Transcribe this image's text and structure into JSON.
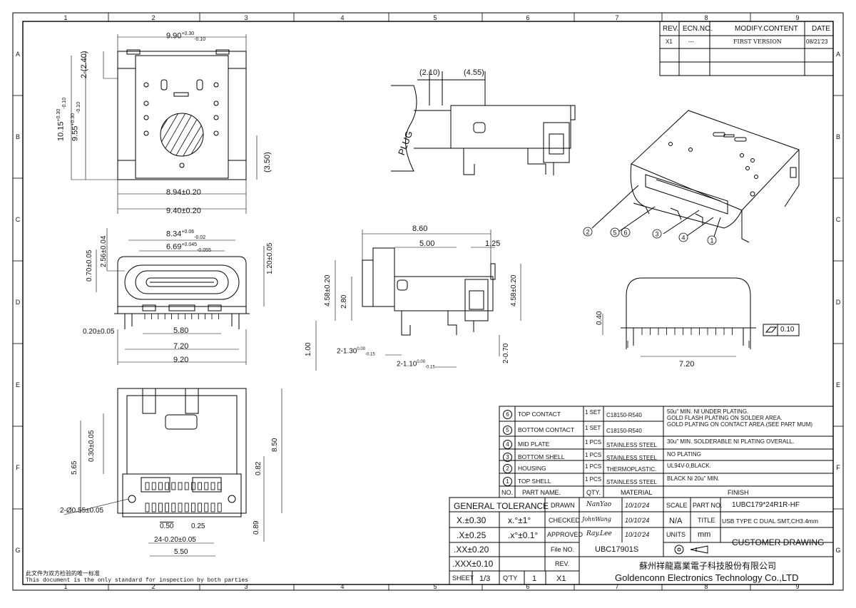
{
  "zone_cols": [
    "1",
    "2",
    "3",
    "4",
    "5",
    "6",
    "7",
    "8",
    "9"
  ],
  "zone_rows": [
    "A",
    "B",
    "C",
    "D",
    "E",
    "F",
    "G"
  ],
  "revision": {
    "headers": [
      "REV.",
      "ECN.NO.",
      "MODIFY.CONTENT",
      "DATE"
    ],
    "rows": [
      [
        "X1",
        "---",
        "FIRST VERSION",
        "08/21'23"
      ]
    ]
  },
  "views": {
    "top": {
      "d1": "9.90",
      "d1_tol_up": "+0.30",
      "d1_tol_dn": "-0.10",
      "d2": "2-(2.40)",
      "d3": "10.15",
      "d3_tol_up": "+0.30",
      "d3_tol_dn": "-0.10",
      "d4": "9.55",
      "d4_tol_up": "+0.30",
      "d4_tol_dn": "-0.10",
      "d5": "(3.50)",
      "d6": "8.94±0.20",
      "d7": "9.40±0.20"
    },
    "side_plug": {
      "d1": "(2.10)",
      "d2": "(4.55)",
      "plug": "PLUG"
    },
    "front": {
      "d1": "8.34",
      "d1_tol_up": "+0.06",
      "d1_tol_dn": "-0.02",
      "d2": "6.69",
      "d2_tol_up": "+0.045",
      "d2_tol_dn": "-0.055",
      "d3": "2.56±0.04",
      "d4": "0.70±0.05",
      "d5": "1.20±0.05",
      "d6": "0.20±0.05",
      "d7": "5.80",
      "d8": "7.20",
      "d9": "9.20"
    },
    "side": {
      "d1": "8.60",
      "d2": "5.00",
      "d3": "1.25",
      "d4": "4.58±0.20",
      "d5": "2.80",
      "d6": "4.58±0.20",
      "d7": "1.00",
      "d8": "2-1.30",
      "d8_tol_up": "0.00",
      "d8_tol_dn": "-0.15",
      "d9": "2-1.10",
      "d9_tol_up": "0.00",
      "d9_tol_dn": "-0.15",
      "d10": "2-0.70"
    },
    "back": {
      "d1": "0.40",
      "d2": "7.20",
      "flat": "0.10"
    },
    "bottom": {
      "d1": "5.65",
      "d2": "0.30±0.05",
      "d3": "8.50",
      "d4": "0.82",
      "d5": "2-Ø0.55±0.05",
      "d6": "0.50",
      "d7": "0.25",
      "d8": "24-0.20±0.05",
      "d9": "5.50",
      "d10": "0.89"
    },
    "iso_balloons": [
      "2",
      "5",
      "6",
      "3",
      "4",
      "1"
    ]
  },
  "bom": {
    "headers": [
      "NO.",
      "PART NAME.",
      "QTY.",
      "MATERIAL",
      "FINISH"
    ],
    "rows": [
      {
        "no": "6",
        "name": "TOP CONTACT",
        "qty": "1 SET",
        "material": "C18150-R540",
        "finish": [
          "50u\" MIN. NI UNDER PLATING.",
          "GOLD FLASH PLATING ON SOLDER AREA.",
          "GOLD PLATING ON CONTACT AREA.(SEE PART MUM)"
        ]
      },
      {
        "no": "5",
        "name": "BOTTOM CONTACT",
        "qty": "1 SET",
        "material": "C18150-R540",
        "finish": []
      },
      {
        "no": "4",
        "name": "MID PLATE",
        "qty": "1 PCS",
        "material": "STAINLESS STEEL",
        "finish": [
          "30u\" MIN. SOLDERABLE NI PLATING OVERALL."
        ]
      },
      {
        "no": "3",
        "name": "BOTTOM SHELL",
        "qty": "1 PCS",
        "material": "STAINLESS STEEL",
        "finish": [
          "NO PLATING"
        ]
      },
      {
        "no": "2",
        "name": "HOUSING",
        "qty": "1 PCS",
        "material": "THERMOPLASTIC.",
        "finish": [
          "UL94V-0,BLACK."
        ]
      },
      {
        "no": "1",
        "name": "TOP SHELL",
        "qty": "1 PCS",
        "material": "STAINLESS STEEL",
        "finish": [
          "BLACK Ni 20u\" MIN."
        ]
      }
    ]
  },
  "title_block": {
    "general_tolerance": "GENERAL TOLERANCE",
    "tol_rows": [
      [
        "X.±0.30",
        "x.°±1°"
      ],
      [
        ".X±0.25",
        ".x°±0.1°"
      ],
      [
        ".XX±0.20",
        ""
      ],
      [
        ".XXX±0.10",
        ""
      ]
    ],
    "drawn_label": "DRAWN",
    "drawn_name": "NanYao",
    "drawn_date": "10/10'24",
    "checked_label": "CHECKED",
    "checked_name": "JohnWang",
    "checked_date": "10/10'24",
    "approved_label": "APPROVED",
    "approved_name": "Ray.Lee",
    "approved_date": "10/10'24",
    "scale_label": "SCALE",
    "scale_value": "N/A",
    "units_label": "UNITS",
    "units_value": "mm",
    "part_no_label": "PART NO.",
    "part_no": "1UBC179*24R1R-HF",
    "title_label": "TITLE",
    "title_value": "USB TYPE C DUAL SMT,CH3.4mm",
    "customer": "CUSTOMER DRAWING",
    "file_label": "File NO.",
    "file_no": "UBC17901S",
    "rev_label": "REV.",
    "rev_value": "X1",
    "sheet_label": "SHEET",
    "sheet_value": "1/3",
    "qty_label": "Q'TY",
    "qty_value": "1",
    "company_cn": "蘇州祥龍嘉業電子科技股份有限公司",
    "company_en": "Goldenconn Electronics Technology Co.,LTD"
  },
  "footer": {
    "cn": "此文件为双方检验的唯一标准",
    "en": "This document is the only standard for inspection by both parties"
  }
}
